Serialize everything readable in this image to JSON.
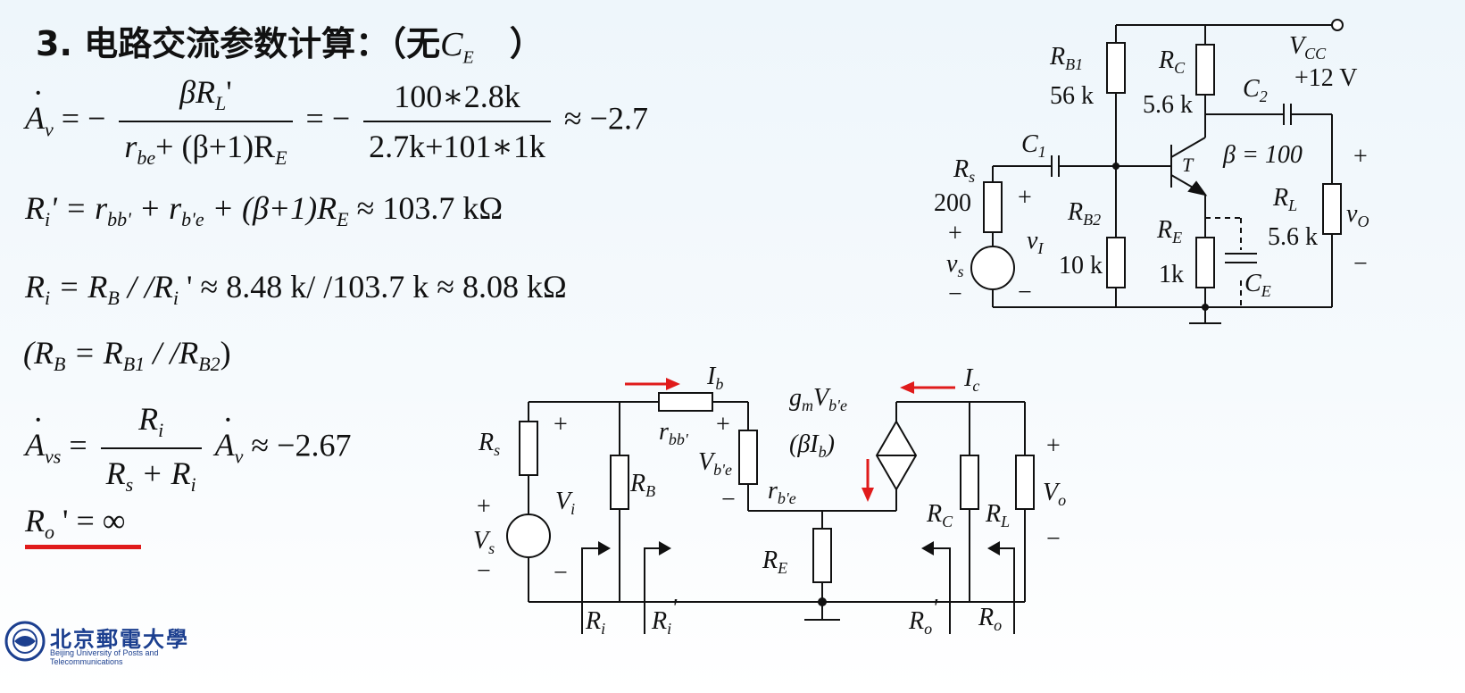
{
  "title": {
    "prefix": "3. 电路交流参数计算：（无",
    "ce": "C",
    "ce_sub": "E",
    "suffix": "）"
  },
  "equations": {
    "av_lhs": "A",
    "av_lhs_sub": "v",
    "av_num1": "βR",
    "av_num1_sub": "L",
    "av_num1_prime": "'",
    "av_den1a": "r",
    "av_den1a_sub": "be",
    "av_den1b": "+ (β+1)R",
    "av_den1b_sub": "E",
    "av_num2": "100∗2.8k",
    "av_den2": "2.7k+101∗1k",
    "av_result": "≈ −2.7",
    "ri_prime": "R",
    "ri_prime_sub": "i",
    "ri_prime_rhs": "' = r",
    "ri_sub_bb": "bb'",
    "ri_plus": " + r",
    "ri_sub_be": "b'e",
    "ri_tail": " + (β+1)R",
    "ri_tail_sub": "E",
    "ri_prime_result": " ≈ 103.7 kΩ",
    "ri_lhs": "R",
    "ri_lhs_sub": "i",
    "ri_eq": " = R",
    "ri_eq_sub": "B",
    "ri_slash": " / /R",
    "ri_slash_sub": "i",
    "ri_result": " ' ≈ 8.48 k/ /103.7 k ≈ 8.08 kΩ",
    "rb_open": "(R",
    "rb_sub1": "B",
    "rb_eq": " = R",
    "rb_sub2": "B1",
    "rb_slash": " / /R",
    "rb_sub3": "B2",
    "rb_close": ")",
    "avs_lhs": "A",
    "avs_lhs_sub": "vs",
    "avs_num": "R",
    "avs_num_sub": "i",
    "avs_den": "R",
    "avs_den_sub1": "s",
    "avs_den_plus": " + R",
    "avs_den_sub2": "i",
    "avs_tail": "A",
    "avs_tail_sub": "v",
    "avs_result": " ≈ −2.67",
    "ro_lhs": "R",
    "ro_sub": "o",
    "ro_rhs": " ' = ∞"
  },
  "circuit_top": {
    "rb1": "R",
    "rb1_sub": "B1",
    "rb1_val": "56 k",
    "rc": "R",
    "rc_sub": "C",
    "rc_val": "5.6 k",
    "vcc": "V",
    "vcc_sub": "CC",
    "vcc_val": "+12 V",
    "c2": "C",
    "c2_sub": "2",
    "c1": "C",
    "c1_sub": "1",
    "beta": "β = 100",
    "t": "T",
    "rs": "R",
    "rs_sub": "s",
    "rs_val": "200",
    "rb2": "R",
    "rb2_sub": "B2",
    "rb2_val": "10 k",
    "re": "R",
    "re_sub": "E",
    "re_val": "1k",
    "rl": "R",
    "rl_sub": "L",
    "rl_val": "5.6 k",
    "vi": "v",
    "vi_sub": "I",
    "vs": "v",
    "vs_sub": "s",
    "vo": "v",
    "vo_sub": "O",
    "ce": "C",
    "ce_sub": "E",
    "plus": "+",
    "minus": "−"
  },
  "circuit_bottom": {
    "ib": "I",
    "ib_sub": "b",
    "ic": "I",
    "ic_sub": "c",
    "gm": "g",
    "gm_sub": "m",
    "gm_v": "V",
    "gm_v_sub": "b'e",
    "beta_ib": "(βI",
    "beta_ib_sub": "b",
    "beta_ib_close": ")",
    "rs": "R",
    "rs_sub": "s",
    "rb": "R",
    "rb_sub": "B",
    "rbb": "r",
    "rbb_sub": "bb'",
    "vbe": "V",
    "vbe_sub": "b'e",
    "rbe": "r",
    "rbe_sub": "b'e",
    "re": "R",
    "re_sub": "E",
    "rc": "R",
    "rc_sub": "C",
    "rl": "R",
    "rl_sub": "L",
    "vi": "V",
    "vi_sub": "i",
    "vs": "V",
    "vs_sub": "s",
    "vo": "V",
    "vo_sub": "o",
    "ri": "R",
    "ri_sub": "i",
    "ri2": "R",
    "ri2_sub": "i",
    "ri2_prime": "'",
    "ro2": "R",
    "ro2_sub": "o",
    "ro2_prime": "'",
    "ro": "R",
    "ro_sub": "o",
    "plus": "+",
    "minus": "−"
  },
  "logo": {
    "name": "北京郵電大學",
    "english": "Beijing University of Posts and Telecommunications"
  },
  "colors": {
    "accent_red": "#e01b1b",
    "logo_blue": "#1c3f8f"
  }
}
